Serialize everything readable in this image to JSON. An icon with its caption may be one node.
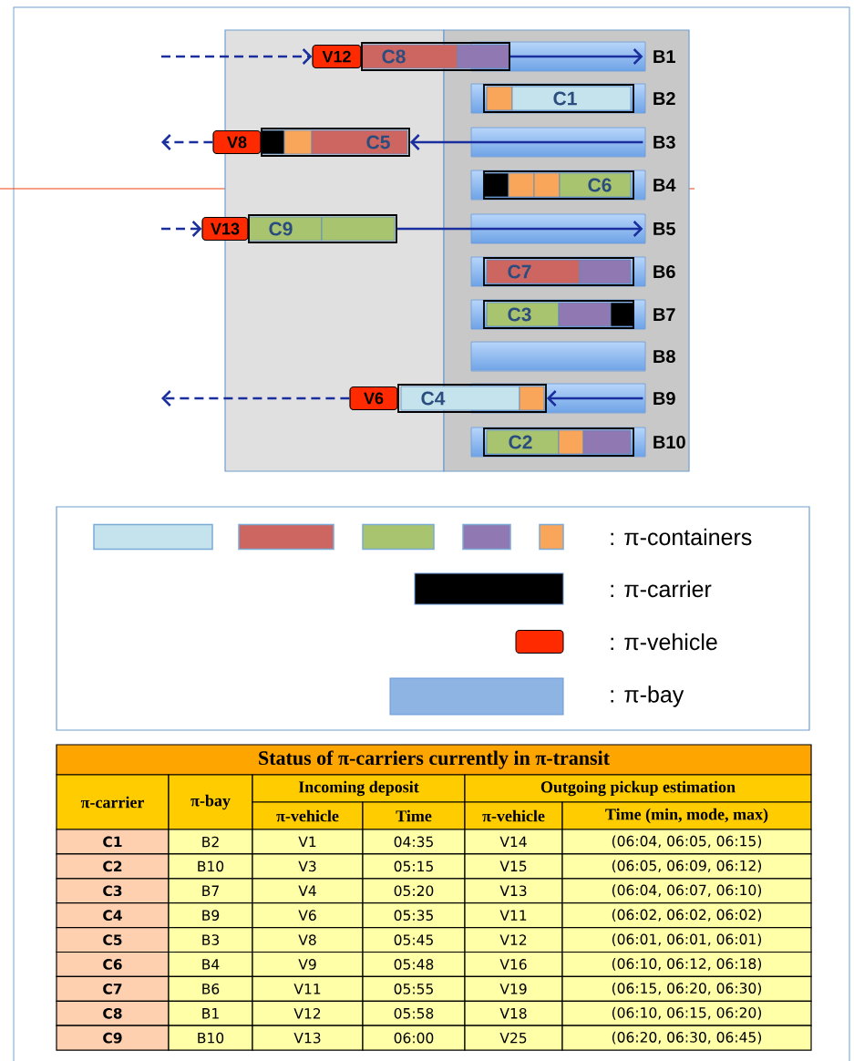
{
  "diagram": {
    "nodes": [
      {
        "text": [
          "V12"
        ]
      },
      {
        "text": [
          "C8"
        ]
      },
      {
        "text": [
          "B1"
        ]
      },
      {
        "text": [
          "B2"
        ]
      },
      {
        "text": [
          "C1"
        ],
        "in": 3
      },
      {
        "text": [
          "V8"
        ]
      },
      {
        "text": [
          "C5"
        ]
      },
      {
        "text": [
          "B3"
        ]
      },
      {
        "text": [
          "B4"
        ]
      },
      {
        "text": [
          "C6"
        ],
        "in": 8
      },
      {
        "text": [
          "V13"
        ]
      },
      {
        "text": [
          "C9"
        ]
      },
      {
        "text": [
          "B5"
        ]
      },
      {
        "text": [
          "B6"
        ]
      },
      {
        "text": [
          "C7"
        ],
        "in": 13
      },
      {
        "text": [
          "B7"
        ]
      },
      {
        "text": [
          "C3"
        ],
        "in": 15
      },
      {
        "text": [
          "B8"
        ]
      },
      {
        "text": [
          "V6"
        ]
      },
      {
        "text": [
          "C4"
        ]
      },
      {
        "text": [
          "B9"
        ]
      },
      {
        "text": [
          "B10"
        ]
      },
      {
        "text": [
          "C2"
        ],
        "in": 21
      }
    ],
    "edges": [
      {
        "from": null,
        "to": 0,
        "arrow": "to",
        "style": "dashed"
      },
      {
        "from": 1,
        "to": 2,
        "arrow": "to"
      },
      {
        "from": 7,
        "to": 6,
        "arrow": "to"
      },
      {
        "from": 5,
        "to": null,
        "arrow": "to",
        "style": "dashed"
      },
      {
        "from": null,
        "to": 10,
        "arrow": "to",
        "style": "dashed"
      },
      {
        "from": 11,
        "to": 12,
        "arrow": "to"
      },
      {
        "from": 20,
        "to": 19,
        "arrow": "to"
      },
      {
        "from": 18,
        "to": null,
        "arrow": "to",
        "style": "dashed"
      }
    ],
    "legend": [
      {
        "text": ": π-containers"
      },
      {
        "text": ": π-carrier",
        "color": "#000000"
      },
      {
        "text": ": π-vehicle",
        "color": "#ff2a00"
      },
      {
        "text": ": π-bay",
        "color": "#8db4e2"
      }
    ],
    "labels": [
      "Status of π-carriers currently in π-transit",
      "π-carrier",
      "π-bay",
      "Incoming deposit",
      "Outgoing pickup estimation",
      "π-vehicle",
      "Time",
      "π-vehicle",
      "Time (min, mode, max)",
      "C1",
      "B2",
      "V1",
      "04:35",
      "V14",
      "(06:04, 06:05, 06:15)",
      "C2",
      "B10",
      "V3",
      "05:15",
      "V15",
      "(06:05, 06:09, 06:12)",
      "C3",
      "B7",
      "V4",
      "05:20",
      "V13",
      "(06:04, 06:07, 06:10)",
      "C4",
      "B9",
      "V6",
      "05:35",
      "V11",
      "(06:02, 06:02, 06:02)",
      "C5",
      "B3",
      "V8",
      "05:45",
      "V12",
      "(06:01, 06:01, 06:01)",
      "C6",
      "B4",
      "V9",
      "05:48",
      "V16",
      "(06:10, 06:12, 06:18)",
      "C7",
      "B6",
      "V11",
      "05:55",
      "V19",
      "(06:15, 06:20, 06:30)",
      "C8",
      "B1",
      "V12",
      "05:58",
      "V18",
      "(06:10, 06:15, 06:20)",
      "C9",
      "B10",
      "V13",
      "06:00",
      "V25",
      "(06:20, 06:30, 06:45)"
    ]
  }
}
